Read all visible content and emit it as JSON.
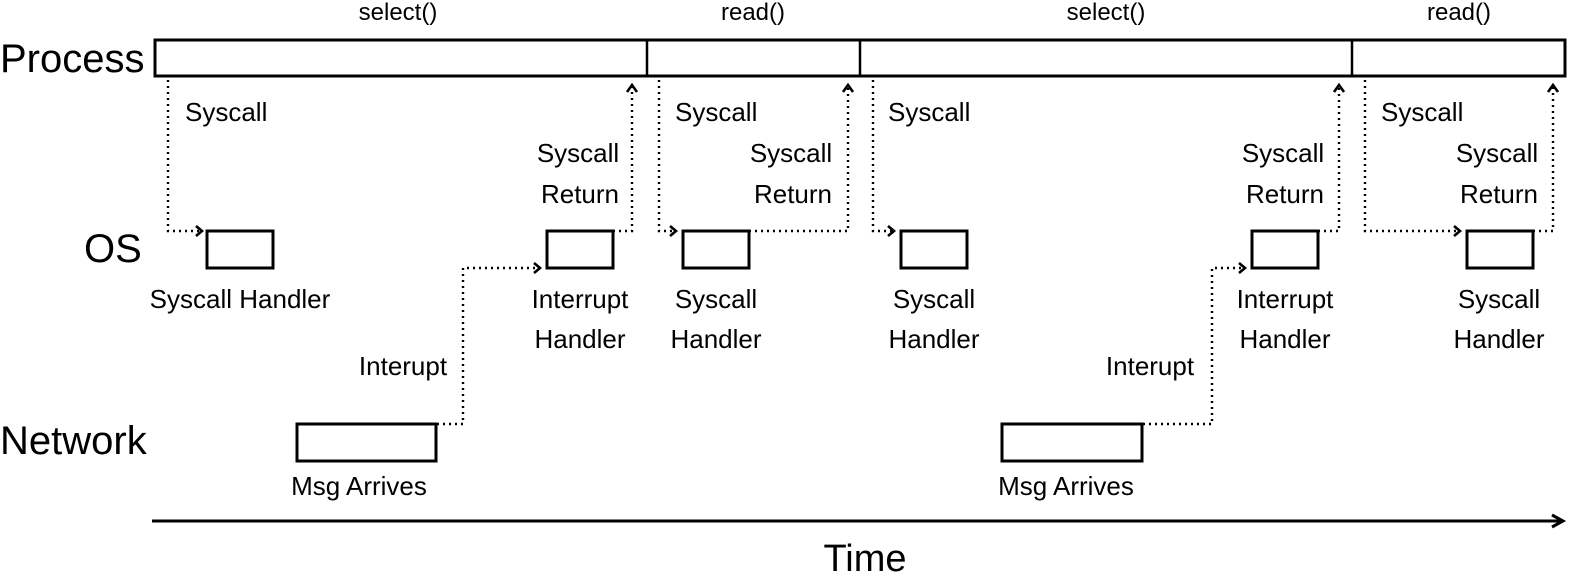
{
  "rows": {
    "process": "Process",
    "os": "OS",
    "network": "Network"
  },
  "process_segments": [
    "select()",
    "read()",
    "select()",
    "read()"
  ],
  "labels": {
    "syscall": "Syscall",
    "syscall_return_1": "Syscall",
    "syscall_return_2": "Return",
    "syscall_handler": "Syscall Handler",
    "syscall_handler_1": "Syscall",
    "syscall_handler_2": "Handler",
    "interrupt_handler_1": "Interrupt",
    "interrupt_handler_2": "Handler",
    "interupt": "Interupt",
    "msg_arrives": "Msg Arrives"
  },
  "axis": {
    "time": "Time"
  }
}
